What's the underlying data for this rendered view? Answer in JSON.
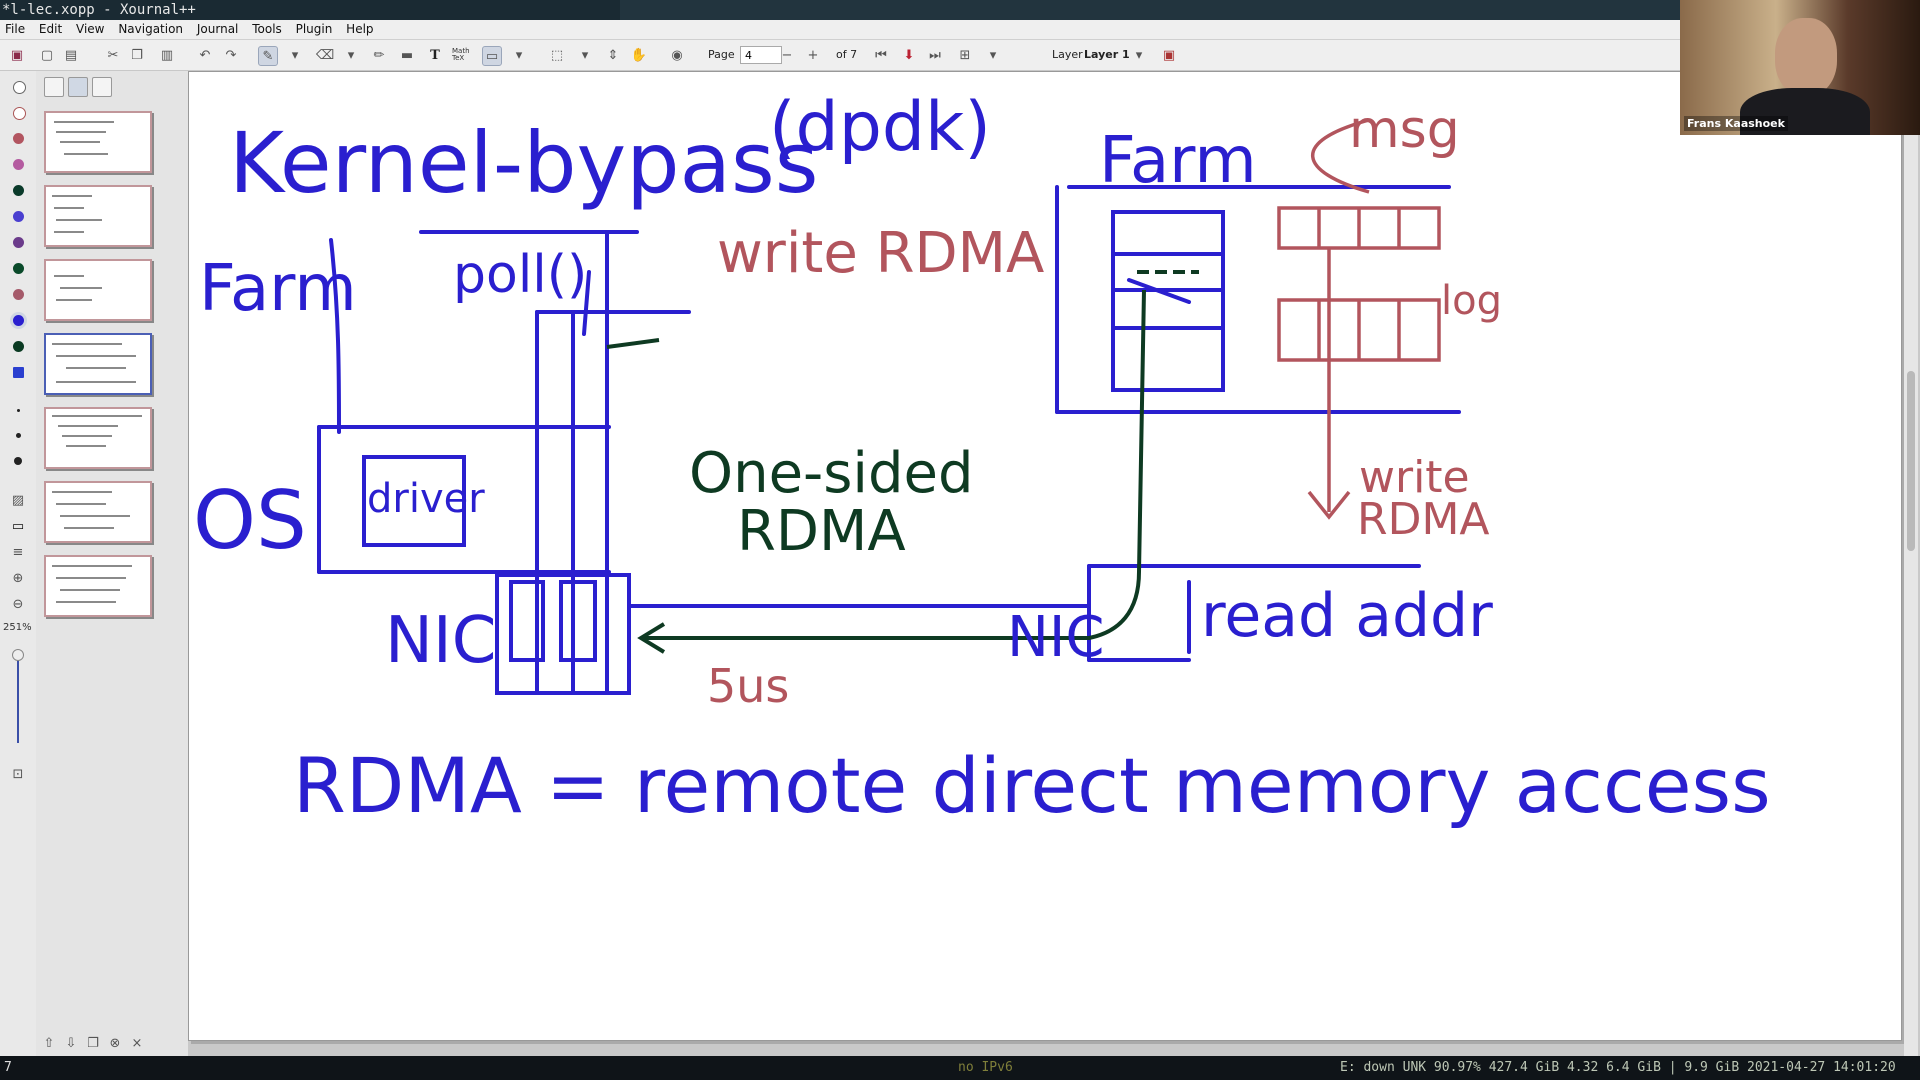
{
  "window": {
    "title": "*l-lec.xopp - Xournal++"
  },
  "menu": [
    "File",
    "Edit",
    "View",
    "Navigation",
    "Journal",
    "Tools",
    "Plugin",
    "Help"
  ],
  "toolbar": {
    "page_label": "Page",
    "page_value": "4",
    "page_of": "of 7",
    "layer_label": "Layer",
    "layer_value": "Layer 1",
    "tex_label": "Math TeX"
  },
  "toolstrip": {
    "zoom": "251%"
  },
  "sidebar": {
    "pages": [
      1,
      2,
      3,
      4,
      5,
      6,
      7
    ],
    "selected_page": 4
  },
  "webcam": {
    "name": "Frans Kaashoek"
  },
  "status": {
    "left": "7",
    "center": "no IPv6",
    "right": "E: down UNK 90.97% 427.4 GiB 4.32 6.4 GiB | 9.9 GiB 2021-04-27 14:01:20"
  },
  "drawing": {
    "texts": {
      "title": "Kernel-bypass",
      "dpdk": "(dpdk)",
      "farm_left": "Farm",
      "poll": "poll()",
      "write_rdma": "write RDMA",
      "farm_right": "Farm",
      "msg": "msg",
      "log": "log",
      "os": "OS",
      "driver": "driver",
      "one_sided": "One-sided",
      "rdma": "RDMA",
      "write_rdma2": "write",
      "rdma2": "RDMA",
      "nic_left": "NIC",
      "nic_right": "NIC",
      "read_addr": "read addr",
      "latency": "5us",
      "definition": "RDMA = remote direct memory access"
    },
    "colors": {
      "blue": "#2a1fcf",
      "red": "#b2555d",
      "green": "#0e3a22"
    }
  }
}
